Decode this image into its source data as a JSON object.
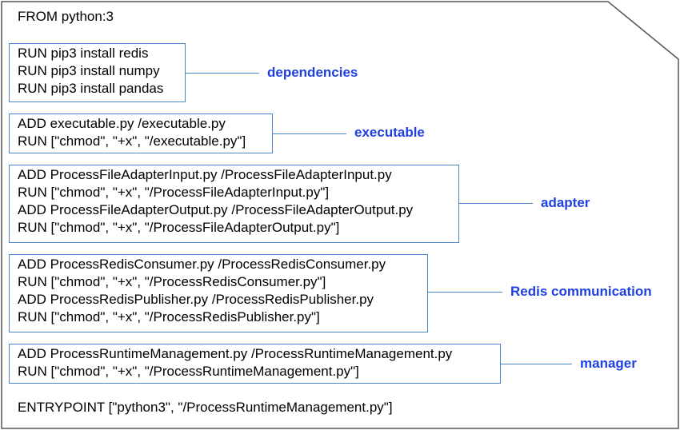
{
  "header": {
    "from_line": "FROM python:3"
  },
  "groups": [
    {
      "label": "dependencies",
      "lines": [
        "RUN pip3 install redis",
        "RUN pip3 install numpy",
        "RUN pip3 install pandas"
      ]
    },
    {
      "label": "executable",
      "lines": [
        "ADD executable.py /executable.py",
        "RUN [\"chmod\", \"+x\", \"/executable.py\"]"
      ]
    },
    {
      "label": "adapter",
      "lines": [
        "ADD ProcessFileAdapterInput.py /ProcessFileAdapterInput.py",
        "RUN [\"chmod\", \"+x\", \"/ProcessFileAdapterInput.py\"]",
        "ADD ProcessFileAdapterOutput.py /ProcessFileAdapterOutput.py",
        "RUN [\"chmod\", \"+x\", \"/ProcessFileAdapterOutput.py\"]"
      ]
    },
    {
      "label": "Redis communication",
      "lines": [
        "ADD ProcessRedisConsumer.py /ProcessRedisConsumer.py",
        "RUN [\"chmod\", \"+x\", \"/ProcessRedisConsumer.py\"]",
        "ADD ProcessRedisPublisher.py /ProcessRedisPublisher.py",
        "RUN [\"chmod\", \"+x\", \"/ProcessRedisPublisher.py\"]"
      ]
    },
    {
      "label": "manager",
      "lines": [
        "ADD ProcessRuntimeManagement.py /ProcessRuntimeManagement.py",
        "RUN [\"chmod\", \"+x\", \"/ProcessRuntimeManagement.py\"]"
      ]
    }
  ],
  "footer": {
    "entrypoint_line": "ENTRYPOINT [\"python3\", \"/ProcessRuntimeManagement.py\"]"
  },
  "colors": {
    "box_border": "#4a86c8",
    "label_text": "#1f3fe0",
    "sheet_border": "#555555"
  }
}
